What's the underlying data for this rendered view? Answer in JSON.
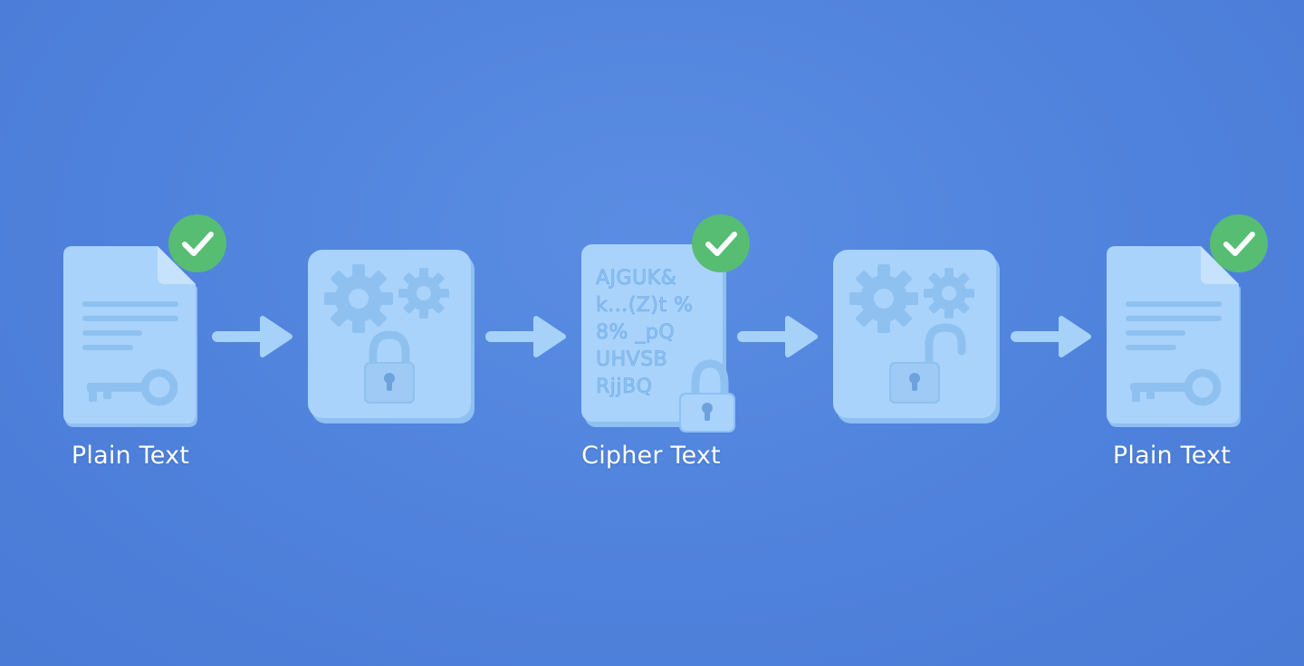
{
  "diagram": {
    "colors": {
      "background": "#5083dc",
      "tile": "#a9d3fb",
      "tile_shade": "#8ec0f2",
      "check_badge": "#56bd73",
      "arrow": "#a6d1f8",
      "label": "#ffffff"
    },
    "steps": [
      {
        "id": "plain-text-input",
        "icon": "document-key-icon",
        "label": "Plain Text",
        "verified": true
      },
      {
        "id": "encryption",
        "icon": "gears-locked-padlock-icon",
        "label": "",
        "verified": false
      },
      {
        "id": "cipher-text",
        "icon": "scrambled-document-padlock-icon",
        "label": "Cipher Text",
        "verified": true
      },
      {
        "id": "decryption",
        "icon": "gears-unlocked-padlock-icon",
        "label": "",
        "verified": false
      },
      {
        "id": "plain-text-output",
        "icon": "document-key-icon",
        "label": "Plain Text",
        "verified": true
      }
    ],
    "cipher_lines": [
      "AJGUK&",
      "k...(Z)t %",
      "8% _pQ",
      "UHVSB",
      "RjjBQ"
    ]
  }
}
